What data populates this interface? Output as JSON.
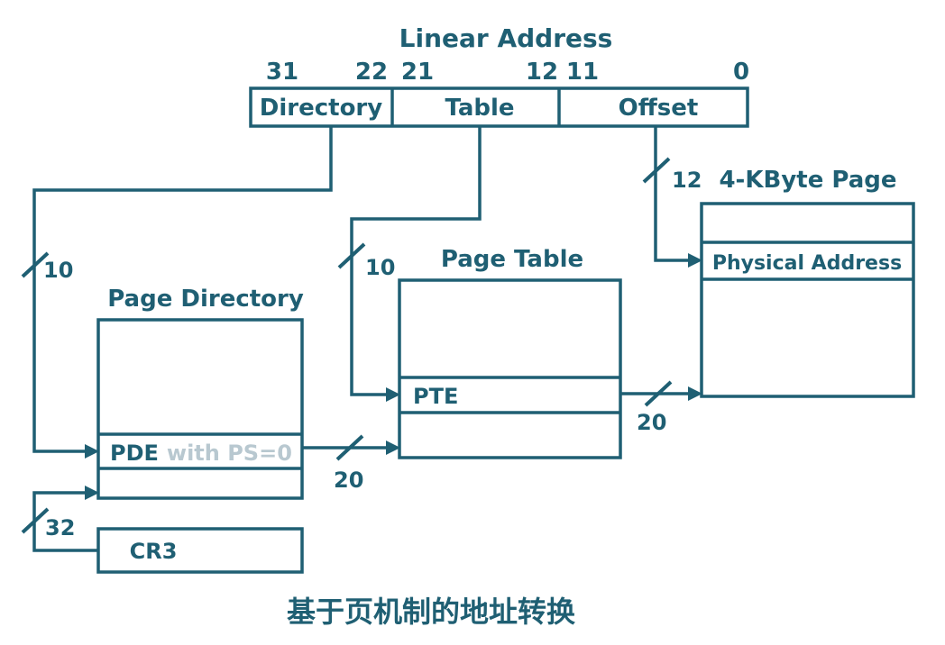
{
  "linear_address": {
    "title": "Linear Address",
    "bits": {
      "b31": "31",
      "b22": "22",
      "b21": "21",
      "b12": "12",
      "b11": "11",
      "b0": "0"
    },
    "fields": {
      "directory": "Directory",
      "table": "Table",
      "offset": "Offset"
    }
  },
  "page_directory": {
    "title": "Page Directory",
    "entry": "PDE",
    "entry_note": "with PS=0"
  },
  "page_table": {
    "title": "Page Table",
    "entry": "PTE"
  },
  "page": {
    "title": "4-KByte Page",
    "entry": "Physical Address"
  },
  "cr3": {
    "label": "CR3"
  },
  "widths": {
    "dir_to_pd": "10",
    "table_to_pt": "10",
    "offset_to_page": "12",
    "pde_to_pt": "20",
    "pte_to_page": "20",
    "cr3_to_pd": "32"
  },
  "caption": "基于页机制的地址转换",
  "colors": {
    "primary": "#1f5f73",
    "muted": "#b8c8d0"
  }
}
